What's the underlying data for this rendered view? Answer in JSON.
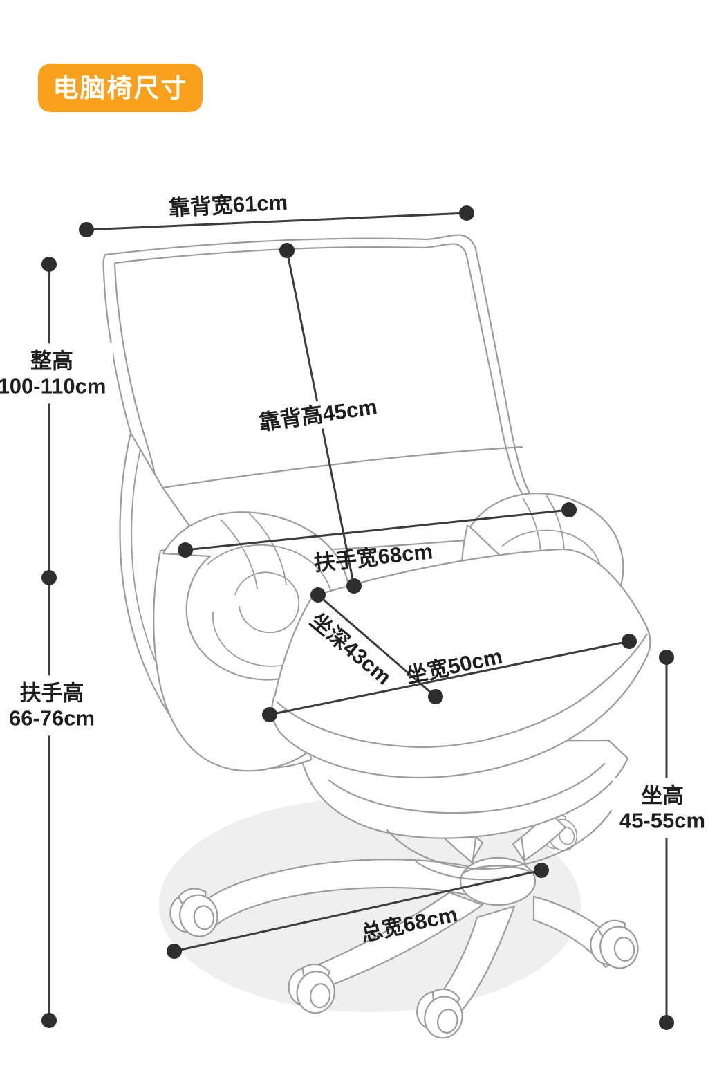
{
  "badge": {
    "label": "电脑椅尺寸"
  },
  "labels": {
    "backrest_width": "靠背宽61cm",
    "backrest_height": "靠背高45cm",
    "armrest_width": "扶手宽68cm",
    "seat_depth": "坐深43cm",
    "seat_width": "坐宽50cm",
    "total_width": "总宽68cm",
    "total_height": {
      "name": "整高",
      "value": "100-110cm"
    },
    "armrest_height": {
      "name": "扶手高",
      "value": "66-76cm"
    },
    "seat_height": {
      "name": "坐高",
      "value": "45-55cm"
    }
  },
  "colors": {
    "accent_orange": "#F9A11C",
    "badge_text": "#FFFFFF",
    "dimension_line": "#3C3C3C",
    "dimension_dot": "#2E2E2E",
    "label_text": "#1E1E1E",
    "chair_outline": "#9C9C9C",
    "floor_shadow": "#EFEFEF"
  }
}
